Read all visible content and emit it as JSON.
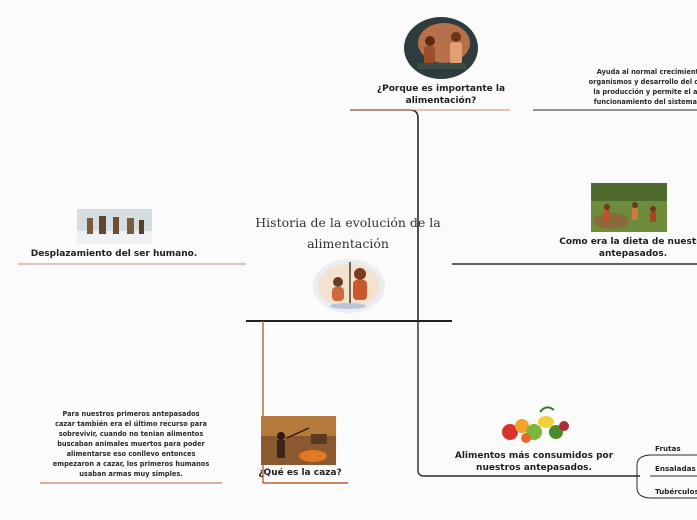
{
  "central": {
    "title_line1": "Historia de la evolución de la",
    "title_line2": "alimentación"
  },
  "nodes": {
    "importance": {
      "title_line1": "¿Porque es importante la",
      "title_line2": "alimentación?",
      "note_line1": "Ayuda al normal crecimiento",
      "note_line2": "organismos y desarrollo del orga",
      "note_line3": "la producción y permite el ade",
      "note_line4": "funcionamiento del sistema in"
    },
    "diet": {
      "title_line1": "Como era la dieta de nuestro",
      "title_line2": "antepasados."
    },
    "displacement": {
      "title": "Desplazamiento del ser humano."
    },
    "hunting": {
      "title": "¿Qué es la caza?",
      "note_line1": "Para nuestros primeros antepasados",
      "note_line2": "cazar también era el último recurso para",
      "note_line3": "sobrevivir, cuando no tenian alimentos",
      "note_line4": "buscaban animales muertos para poder",
      "note_line5": "alimentarse eso conllevo entonces",
      "note_line6": "empezaron a cazar, los primeros humanos",
      "note_line7": "usaban armas muy simples."
    },
    "foods": {
      "title_line1": "Alimentos más consumidos por",
      "title_line2": "nuestros antepasados.",
      "items": [
        "Frutas",
        "Ensaladas",
        "Tubérculos"
      ]
    }
  },
  "colors": {
    "central_line": "#222222",
    "branch_dark": "#2b2b2b",
    "branch_brown": "#b5623a",
    "underline_brown": "#c98a6a"
  }
}
